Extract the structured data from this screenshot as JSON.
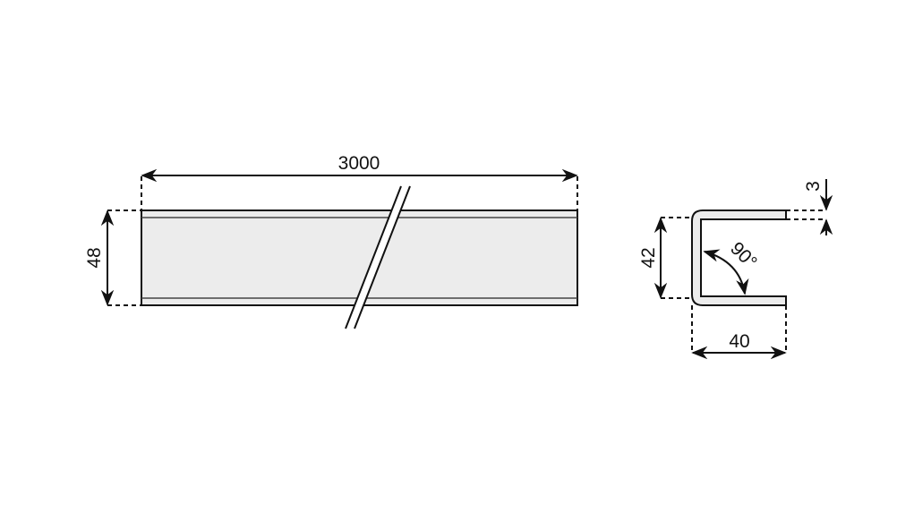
{
  "dimensions": {
    "length": "3000",
    "width": "48",
    "profile_height": "42",
    "profile_width": "40",
    "thickness": "3",
    "angle": "90°"
  },
  "colors": {
    "fill": "#ececec",
    "line": "#111111"
  }
}
